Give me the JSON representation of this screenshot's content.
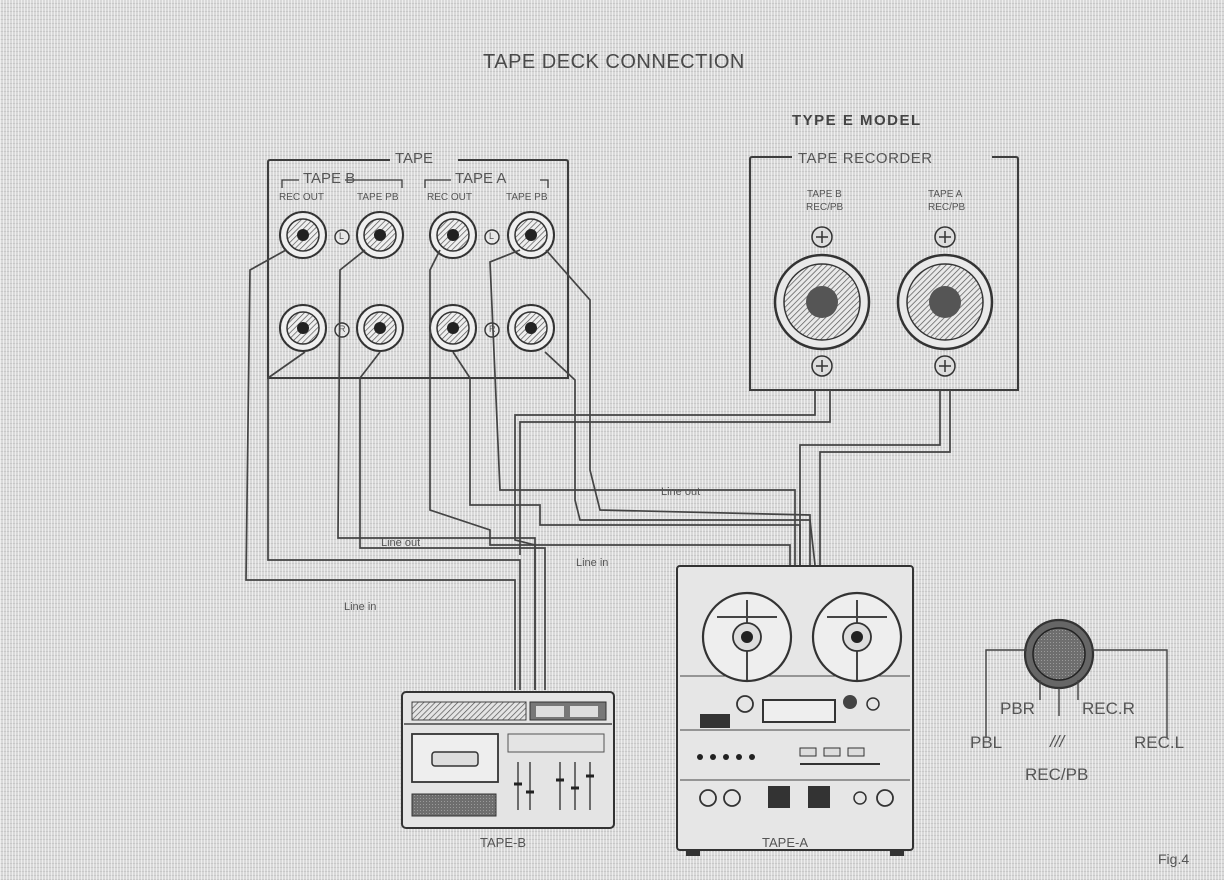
{
  "title": "TAPE DECK CONNECTION",
  "model_label": "TYPE E MODEL",
  "amp_panel": {
    "group_label": "TAPE",
    "tape_b_label": "TAPE B",
    "tape_a_label": "TAPE A",
    "jack_labels": [
      "REC OUT",
      "TAPE PB",
      "REC OUT",
      "TAPE PB"
    ],
    "channel_marks": [
      "L",
      "L",
      "R",
      "R"
    ]
  },
  "recorder_panel": {
    "group_label": "TAPE RECORDER",
    "tape_b_line1": "TAPE B",
    "tape_b_line2": "REC/PB",
    "tape_a_line1": "TAPE A",
    "tape_a_line2": "REC/PB"
  },
  "cable_labels": {
    "line_out_left": "Line out",
    "line_in_left": "Line in",
    "line_out_right": "Line out",
    "line_in_right": "Line in"
  },
  "devices": {
    "tape_b": "TAPE-B",
    "tape_a": "TAPE-A"
  },
  "din_pinout": {
    "pbr": "PBR",
    "pbl": "PBL",
    "rec_r": "REC.R",
    "rec_l": "REC.L",
    "ground": "///",
    "caption": "REC/PB"
  },
  "figure_label": "Fig.4"
}
